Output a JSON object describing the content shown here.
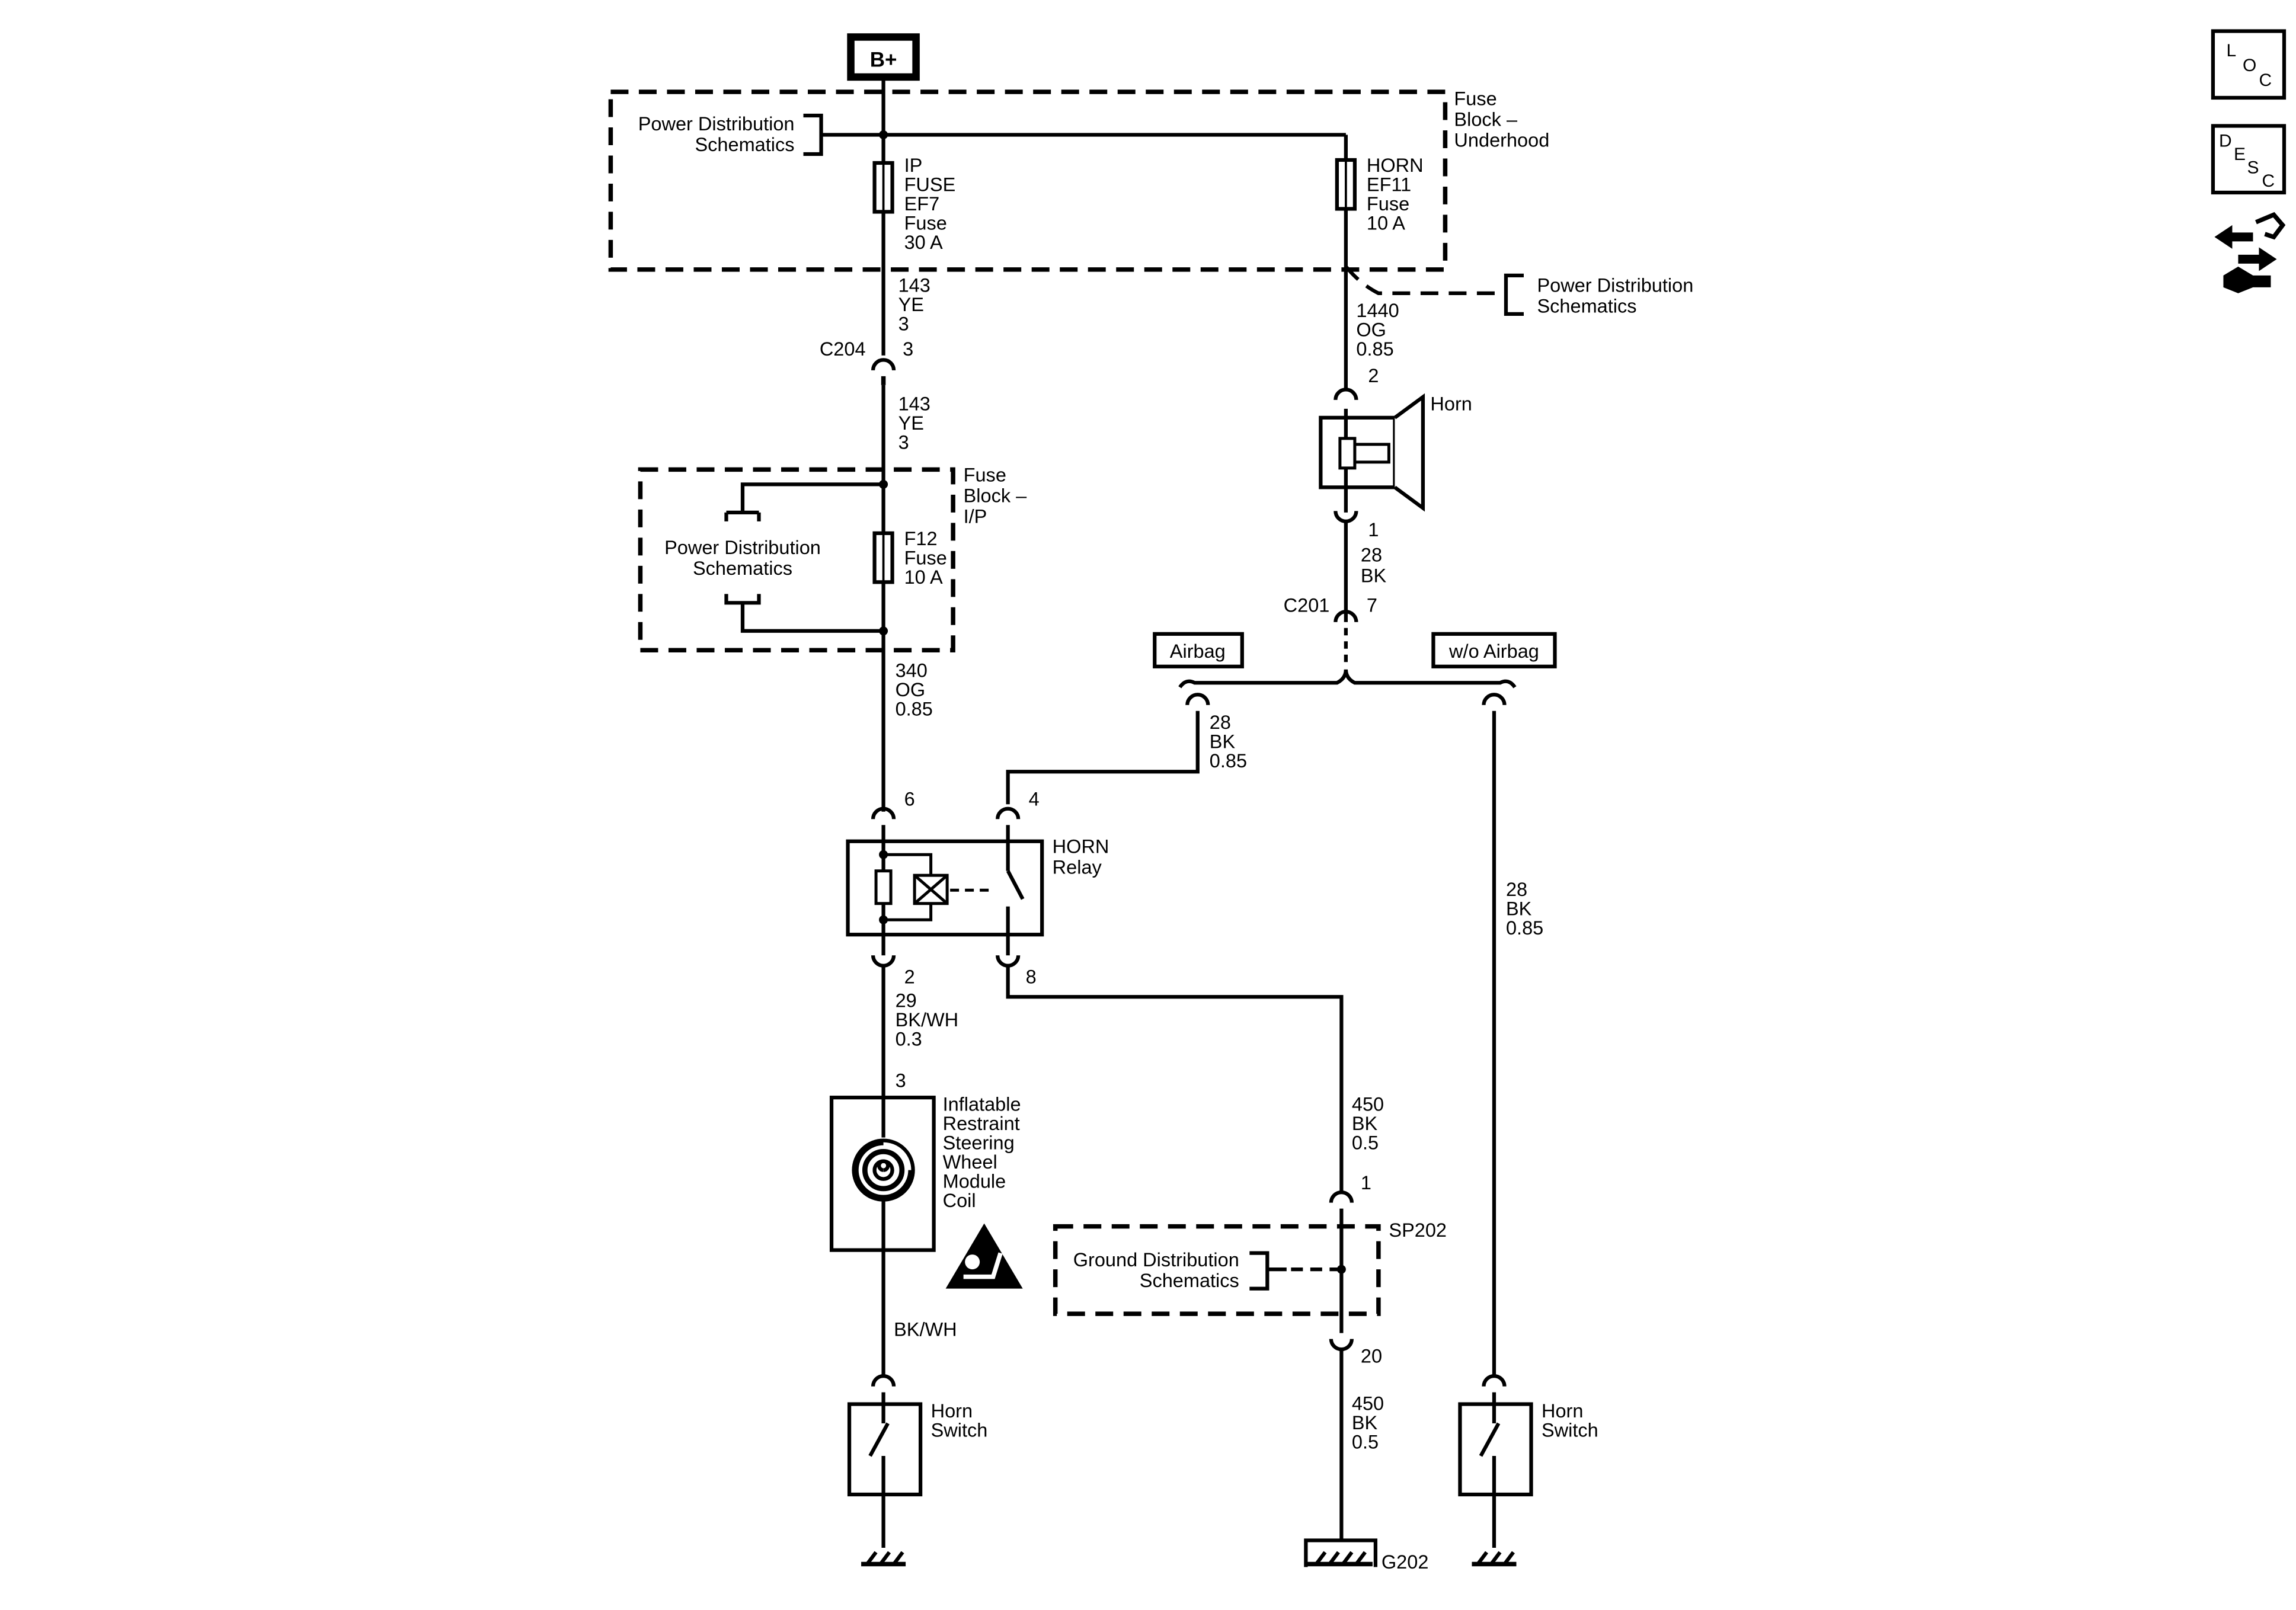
{
  "power_source": "B+",
  "fuse_block_underhood": {
    "title": [
      "Fuse",
      "Block –",
      "Underhood"
    ],
    "power_ref": [
      "Power Distribution",
      "Schematics"
    ],
    "ip_fuse": [
      "IP",
      "FUSE",
      "EF7",
      "Fuse",
      "30 A"
    ],
    "horn_fuse": [
      "HORN",
      "EF11",
      "Fuse",
      "10 A"
    ]
  },
  "power_ref_right": [
    "Power Distribution",
    "Schematics"
  ],
  "wire_143_a": [
    "143",
    "YE",
    "3"
  ],
  "c204": {
    "name": "C204",
    "pin": "3"
  },
  "wire_143_b": [
    "143",
    "YE",
    "3"
  ],
  "fuse_block_ip": {
    "title": [
      "Fuse",
      "Block –",
      "I/P"
    ],
    "power_ref": [
      "Power Distribution",
      "Schematics"
    ],
    "f12_fuse": [
      "F12",
      "Fuse",
      "10 A"
    ]
  },
  "wire_340": [
    "340",
    "OG",
    "0.85"
  ],
  "wire_1440": [
    "1440",
    "OG",
    "0.85"
  ],
  "horn": {
    "pin_top": "2",
    "label": "Horn",
    "pin_bottom": "1"
  },
  "wire_28_horn": [
    "28",
    "BK"
  ],
  "c201": {
    "name": "C201",
    "pin": "7"
  },
  "option_airbag": "Airbag",
  "option_no_airbag": "w/o Airbag",
  "wire_28_airbag": [
    "28",
    "BK",
    "0.85"
  ],
  "wire_28_no_airbag": [
    "28",
    "BK",
    "0.85"
  ],
  "horn_relay": {
    "label": [
      "HORN",
      "Relay"
    ],
    "pin6": "6",
    "pin4": "4",
    "pin2": "2",
    "pin8": "8"
  },
  "wire_29": [
    "29",
    "BK/WH",
    "0.3"
  ],
  "coil": {
    "pin": "3",
    "label": [
      "Inflatable",
      "Restraint",
      "Steering",
      "Wheel",
      "Module",
      "Coil"
    ]
  },
  "wire_bkwh": "BK/WH",
  "horn_switch_left": [
    "Horn",
    "Switch"
  ],
  "horn_switch_right": [
    "Horn",
    "Switch"
  ],
  "wire_450_a": [
    "450",
    "BK",
    "0.5"
  ],
  "sp202": {
    "name": "SP202",
    "pin_top": "1",
    "pin_bottom": "20"
  },
  "ground_ref": [
    "Ground Distribution",
    "Schematics"
  ],
  "wire_450_b": [
    "450",
    "BK",
    "0.5"
  ],
  "g202": "G202",
  "side_icons": {
    "loc": [
      "L",
      "O",
      "C"
    ],
    "desc": [
      "D",
      "E",
      "S",
      "C"
    ],
    "icons": [
      "loc-icon",
      "desc-icon",
      "connector-arrows-icon"
    ]
  }
}
